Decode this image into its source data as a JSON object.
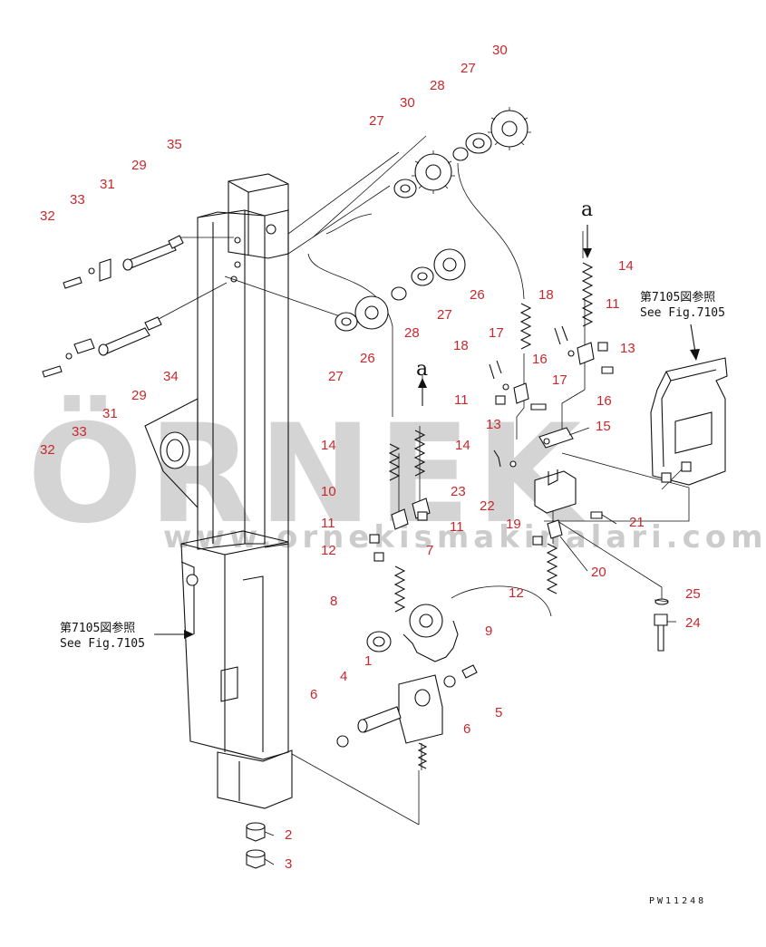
{
  "drawing_code": "PW11248",
  "reference_letter": "a",
  "see_fig_notes": [
    {
      "jp": "第7105図参照",
      "en": "See Fig.7105"
    },
    {
      "jp": "第7105図参照",
      "en": "See Fig.7105"
    }
  ],
  "watermark": {
    "brand": "ÖRNEK",
    "url": "www.ornekismakinalari.com.tr"
  },
  "callouts": {
    "c1": "1",
    "c2": "2",
    "c3": "3",
    "c4": "4",
    "c5": "5",
    "c6a": "6",
    "c6b": "6",
    "c7": "7",
    "c8": "8",
    "c9": "9",
    "c10": "10",
    "c11a": "11",
    "c11b": "11",
    "c11c": "11",
    "c11d": "11",
    "c12a": "12",
    "c12b": "12",
    "c13a": "13",
    "c13b": "13",
    "c14a": "14",
    "c14b": "14",
    "c14c": "14",
    "c15": "15",
    "c16a": "16",
    "c16b": "16",
    "c17a": "17",
    "c17b": "17",
    "c18a": "18",
    "c18b": "18",
    "c19": "19",
    "c20": "20",
    "c21": "21",
    "c22": "22",
    "c23": "23",
    "c24": "24",
    "c25": "25",
    "c26a": "26",
    "c26b": "26",
    "c27a": "27",
    "c27b": "27",
    "c27c": "27",
    "c27d": "27",
    "c28a": "28",
    "c28b": "28",
    "c29a": "29",
    "c29b": "29",
    "c30a": "30",
    "c30b": "30",
    "c31a": "31",
    "c31b": "31",
    "c32a": "32",
    "c32b": "32",
    "c33a": "33",
    "c33b": "33",
    "c34": "34",
    "c35": "35"
  },
  "colors": {
    "callout": "#c8282d",
    "line": "#111111",
    "watermark": "#9a9a9a"
  }
}
